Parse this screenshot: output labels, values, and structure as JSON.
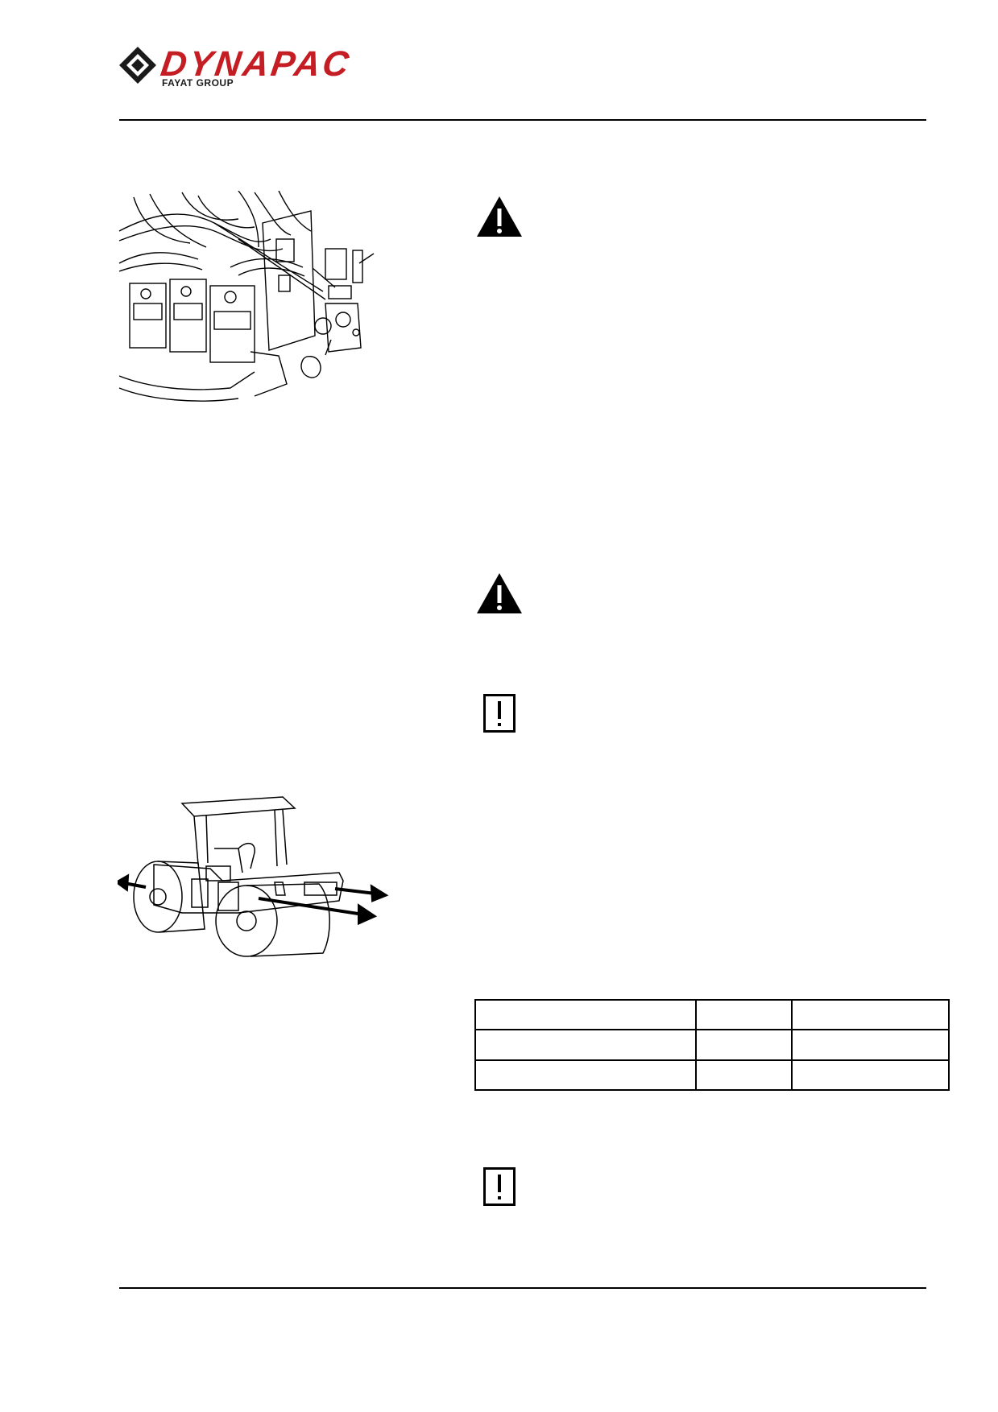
{
  "header": {
    "logo_text": "DYNAPAC",
    "logo_subtext": "FAYAT GROUP",
    "brand_color": "#c41e24"
  },
  "symbols": [
    {
      "kind": "warning-triangle-icon"
    },
    {
      "kind": "warning-triangle-icon"
    },
    {
      "kind": "notice-exclamation-icon"
    },
    {
      "kind": "notice-exclamation-icon"
    }
  ],
  "figures": [
    {
      "kind": "engine-compartment-illustration"
    },
    {
      "kind": "tandem-roller-lifting-illustration"
    }
  ],
  "table": {
    "rows": [
      [
        "",
        "",
        ""
      ],
      [
        "",
        "",
        ""
      ],
      [
        "",
        "",
        ""
      ]
    ]
  }
}
